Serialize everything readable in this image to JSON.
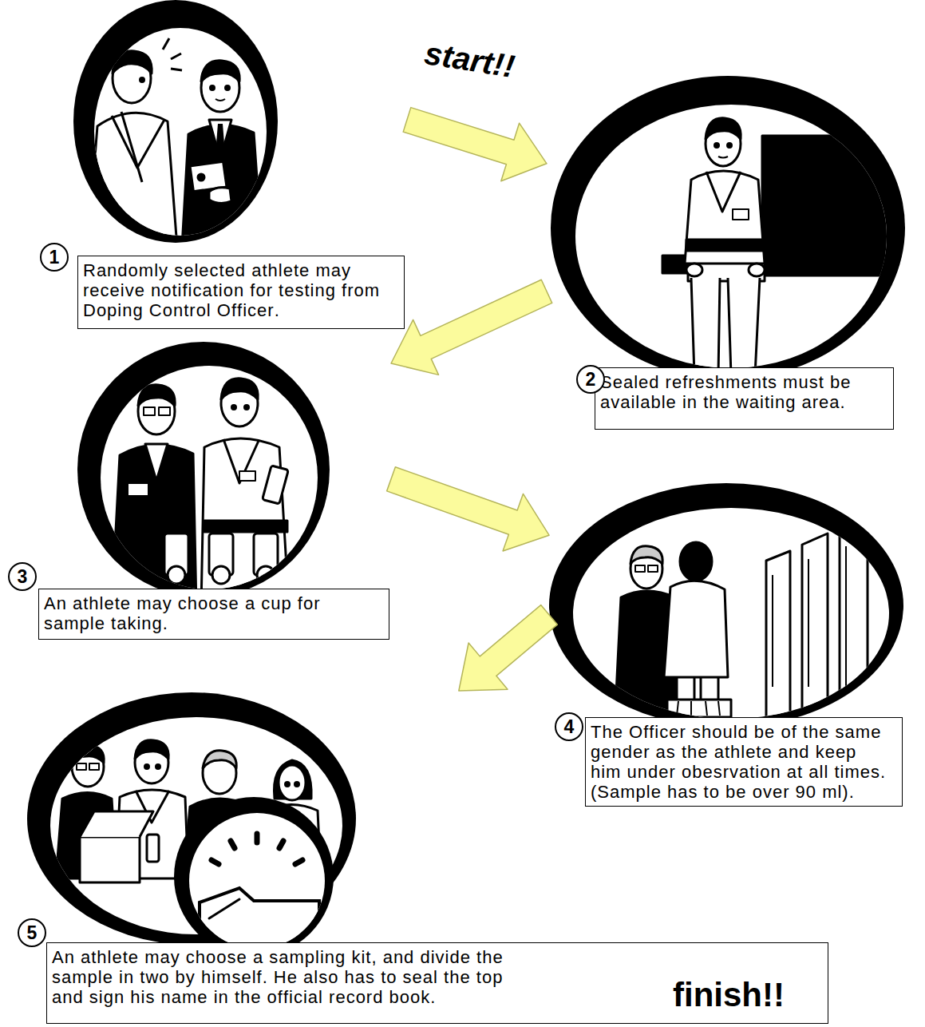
{
  "diagram": {
    "nodes": [
      {
        "text": [
          "1",
          "Randomly selected athlete may receive notification for testing from Doping Control Officer."
        ]
      },
      {
        "text": [
          "2",
          "Sealed refreshments must be available in the waiting area."
        ]
      },
      {
        "text": [
          "3",
          "An athlete may choose a cup for sample taking."
        ]
      },
      {
        "text": [
          "4",
          "The Officer should be of the same gender as the athlete and keep him under obesrvation at all times. (Sample has to be over 90 ml)."
        ]
      },
      {
        "text": [
          "5",
          "An athlete may choose a sampling kit, and divide the sample in two by himself. He also has to seal the top and sign his name in the official record book."
        ]
      }
    ],
    "edges": [
      {
        "from": 0,
        "to": 1,
        "arrow": "to"
      },
      {
        "from": 1,
        "to": 2,
        "arrow": "to"
      },
      {
        "from": 2,
        "to": 3,
        "arrow": "to"
      },
      {
        "from": 3,
        "to": 4,
        "arrow": "to"
      }
    ],
    "labels": [
      "start!!",
      "finish!!"
    ]
  }
}
